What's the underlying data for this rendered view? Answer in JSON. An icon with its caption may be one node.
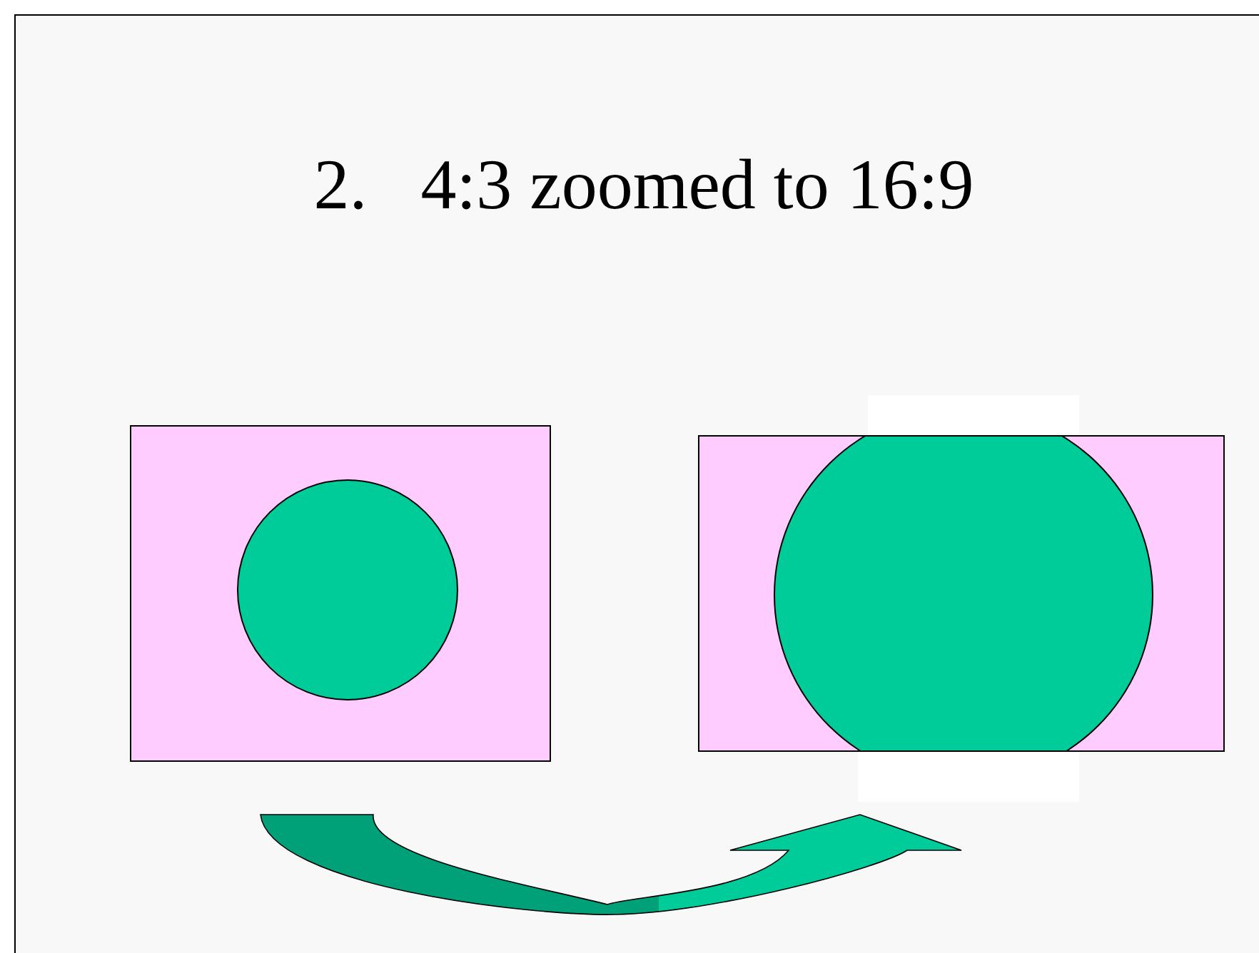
{
  "diagram": {
    "title": "2.   4:3 zoomed to 16:9",
    "nodes": [
      {
        "text": [],
        "shape": "box"
      },
      {
        "text": [],
        "shape": "circle",
        "in": 0
      },
      {
        "text": [],
        "shape": "box"
      },
      {
        "text": [],
        "shape": "box"
      },
      {
        "text": [],
        "shape": "circle",
        "in": 2
      },
      {
        "text": [],
        "shape": "box"
      }
    ],
    "edges": [
      {
        "from": 0,
        "to": 2,
        "arrow": "to"
      }
    ]
  }
}
